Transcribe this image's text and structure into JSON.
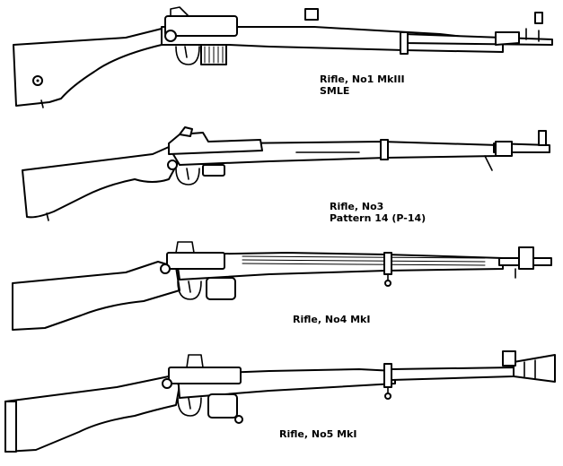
{
  "rifles": [
    {
      "name": "Rifle, No1 MkIII",
      "variant": "SMLE"
    },
    {
      "name": "Rifle, No3",
      "variant": "Pattern 14 (P-14)"
    },
    {
      "name": "Rifle, No4 MkI",
      "variant": ""
    },
    {
      "name": "Rifle, No5 MkI",
      "variant": ""
    }
  ],
  "line_color": "#000000",
  "background_color": "#ffffff"
}
